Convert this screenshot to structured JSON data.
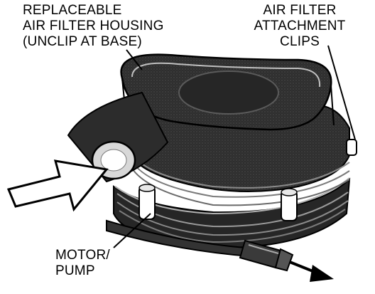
{
  "labels": {
    "housing": [
      "REPLACEABLE",
      "AIR FILTER HOUSING",
      "(UNCLIP AT BASE)"
    ],
    "clips": [
      "AIR FILTER",
      "ATTACHMENT",
      "CLIPS"
    ],
    "motor": [
      "MOTOR/",
      "PUMP"
    ]
  },
  "colors": {
    "ink": "#000000",
    "body_dark": "#2b2b2b",
    "body_mid": "#4a4a4a",
    "highlight": "#9a9a9a",
    "background": "#ffffff"
  }
}
